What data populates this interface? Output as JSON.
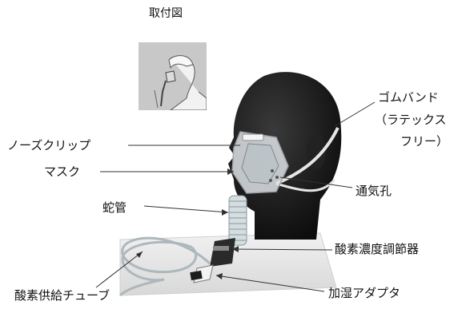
{
  "title": "取付図",
  "labels": {
    "rubber_band": "ゴムバンド",
    "latex_free_1": "（ラテックス",
    "latex_free_2": "フリー）",
    "nose_clip": "ノーズクリップ",
    "mask": "マスク",
    "vent_hole": "通気孔",
    "corrugated_tube": "蛇管",
    "oxygen_regulator": "酸素濃度調節器",
    "oxygen_supply_tube": "酸素供給チューブ",
    "humidifier_adapter": "加湿アダプタ"
  },
  "colors": {
    "head": "#1a1a1a",
    "mask": "#d9dde0",
    "tube": "#c9d4d8",
    "inset_bg": "#c8c8c8"
  }
}
